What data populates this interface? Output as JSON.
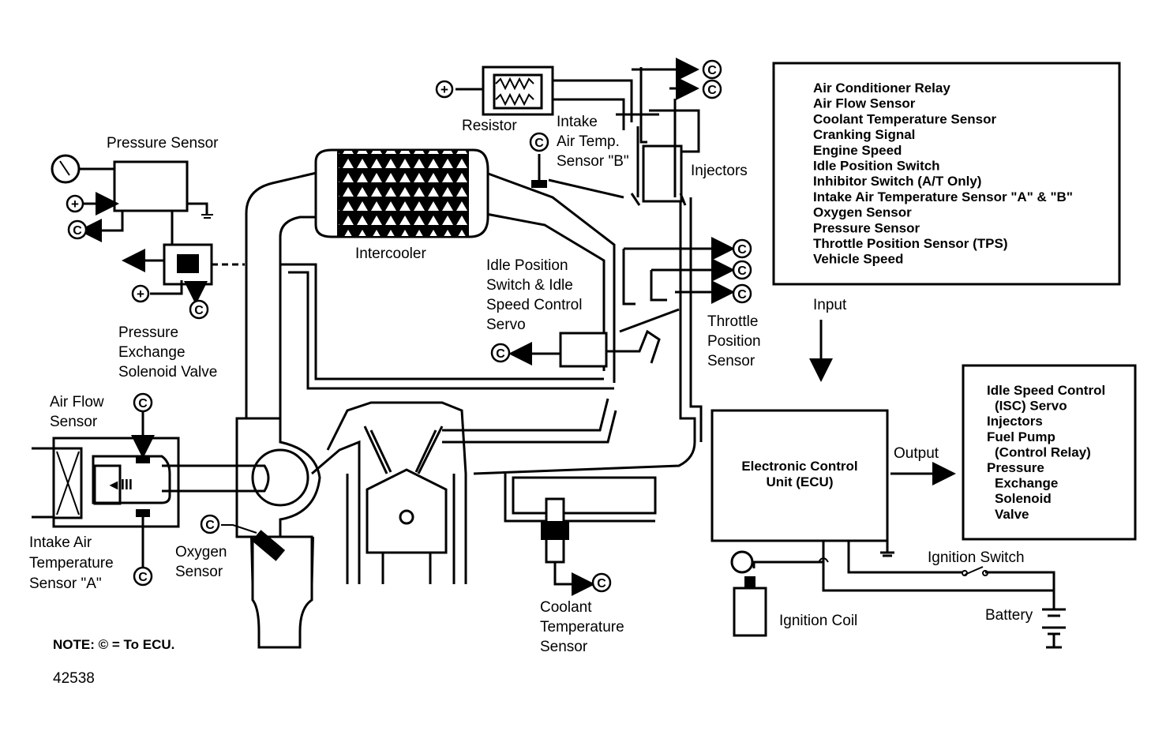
{
  "labels": {
    "pressure_sensor": "Pressure Sensor",
    "resistor": "Resistor",
    "intake_air_temp_b": [
      "Intake",
      "Air Temp.",
      "Sensor \"B\""
    ],
    "injectors": "Injectors",
    "intercooler": "Intercooler",
    "idle_position_switch": [
      "Idle Position",
      "Switch & Idle",
      "Speed Control",
      "Servo"
    ],
    "throttle_position_sensor": [
      "Throttle",
      "Position",
      "Sensor"
    ],
    "pressure_exchange_valve": [
      "Pressure",
      "Exchange",
      "Solenoid Valve"
    ],
    "air_flow_sensor": [
      "Air Flow",
      "Sensor"
    ],
    "intake_air_temp_a": [
      "Intake Air",
      "Temperature",
      "Sensor \"A\""
    ],
    "oxygen_sensor": [
      "Oxygen",
      "Sensor"
    ],
    "coolant_temp_sensor": [
      "Coolant",
      "Temperature",
      "Sensor"
    ],
    "ecu": [
      "Electronic Control",
      "Unit (ECU)"
    ],
    "ignition_switch": "Ignition Switch",
    "ignition_coil": "Ignition Coil",
    "battery": "Battery",
    "input": "Input",
    "output": "Output",
    "note": "NOTE:  ©  =  To ECU.",
    "figure_number": "42538",
    "ecu_symbol": "C",
    "power_symbol": "+"
  },
  "inputs_list": [
    "Air Conditioner Relay",
    "Air Flow Sensor",
    "Coolant Temperature Sensor",
    "Cranking Signal",
    "Engine Speed",
    "Idle Position Switch",
    "Inhibitor Switch (A/T Only)",
    "Intake Air Temperature Sensor \"A\" & \"B\"",
    "Oxygen Sensor",
    "Pressure Sensor",
    "Throttle Position Sensor (TPS)",
    "Vehicle Speed"
  ],
  "outputs_list": [
    "Idle Speed Control",
    "(ISC) Servo",
    "Injectors",
    "Fuel Pump",
    "(Control Relay)",
    "Pressure",
    "Exchange",
    "Solenoid",
    "Valve"
  ]
}
